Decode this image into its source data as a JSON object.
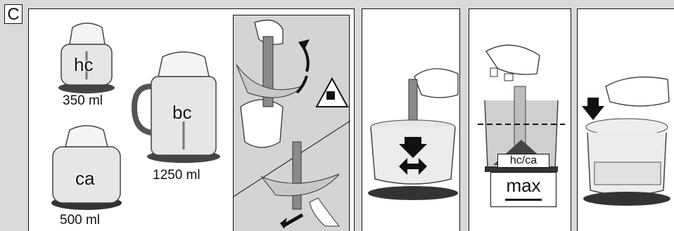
{
  "section_label": "C",
  "containers": [
    {
      "tag": "hc",
      "capacity": "350 ml"
    },
    {
      "tag": "bc",
      "capacity": "1250 ml"
    },
    {
      "tag": "ca",
      "capacity": "500 ml"
    }
  ],
  "step3": {
    "level_box": "hc/ca",
    "max_label": "max"
  },
  "icons": [
    "blade-warning-icon",
    "arrow-icon"
  ],
  "colors": {
    "background": "#d9d9d9",
    "panel": "#ffffff",
    "shade": "#d4d4d4",
    "ink": "#111111"
  }
}
